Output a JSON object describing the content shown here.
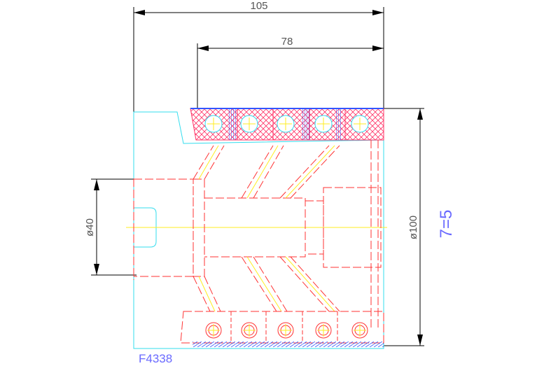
{
  "dimensions": {
    "overall_width": "105",
    "inner_width": "78",
    "diameter_outer": "ø100",
    "diameter_inner": "ø40"
  },
  "part_number": "F4338",
  "quantity_label": "7=5",
  "colors": {
    "outline": "#33ddee",
    "hidden_lines": "#ff3333",
    "hatch_red": "#ff3366",
    "hatch_blue": "#3355ff",
    "centerline": "#ffee22",
    "text_label": "#6a6aff"
  }
}
